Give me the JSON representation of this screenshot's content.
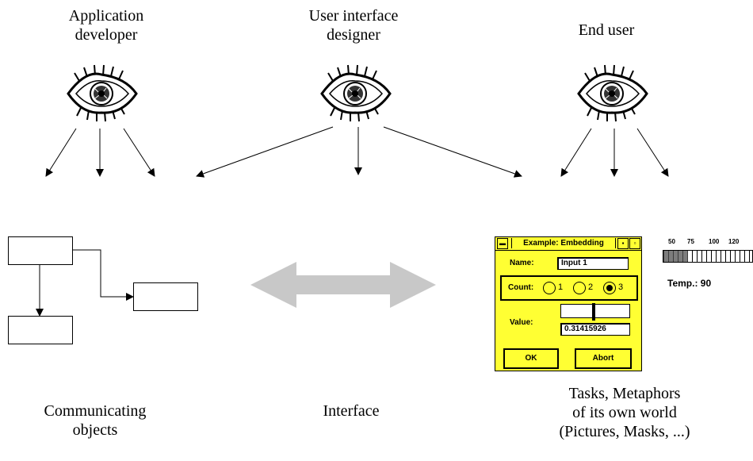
{
  "roles": {
    "app_developer": "Application\ndeveloper",
    "ui_designer": "User interface\ndesigner",
    "end_user": "End user"
  },
  "captions": {
    "objects": "Communicating\nobjects",
    "interface": "Interface",
    "tasks": "Tasks, Metaphors\nof its own world\n(Pictures, Masks, ...)"
  },
  "dialog": {
    "title": "Example: Embedding",
    "name_label": "Name:",
    "name_value": "Input 1",
    "count_label": "Count:",
    "radio_options": [
      "1",
      "2",
      "3"
    ],
    "radio_selected": "3",
    "value_label": "Value:",
    "value_text": "0.31415926",
    "slider_position": 0.48,
    "ok_label": "OK",
    "abort_label": "Abort",
    "background_color": "#ffff33"
  },
  "thermometer": {
    "ticks": [
      "50",
      "75",
      "100",
      "120"
    ],
    "label": "Temp.: 90",
    "value": 90
  },
  "colors": {
    "double_arrow": "#c8c8c8",
    "dialog_yellow": "#ffff33"
  }
}
